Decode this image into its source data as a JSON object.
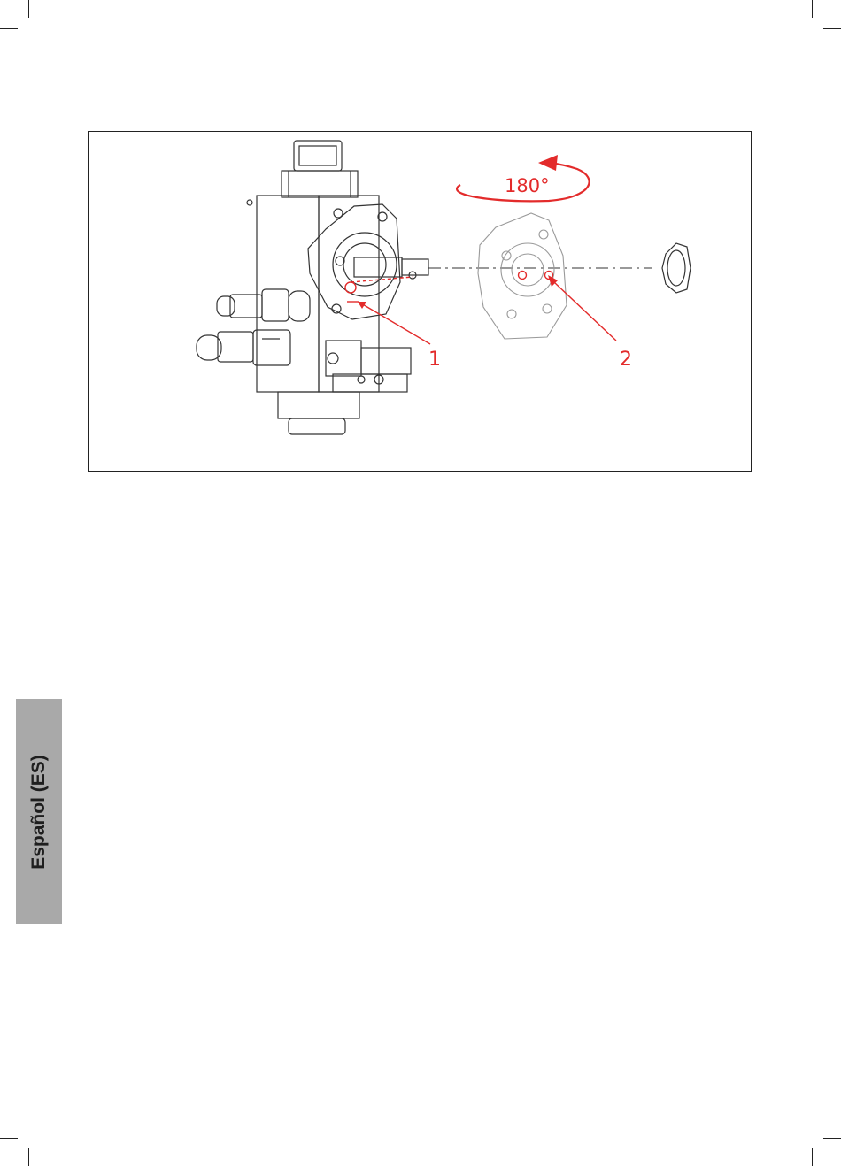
{
  "figure": {
    "rotation_label": "180°",
    "callouts": [
      "1",
      "2"
    ],
    "accent_color": "#e32b2b",
    "line_color": "#333333"
  },
  "sidebar_tab": {
    "label": "Español (ES)",
    "background": "#a9a9a9"
  }
}
